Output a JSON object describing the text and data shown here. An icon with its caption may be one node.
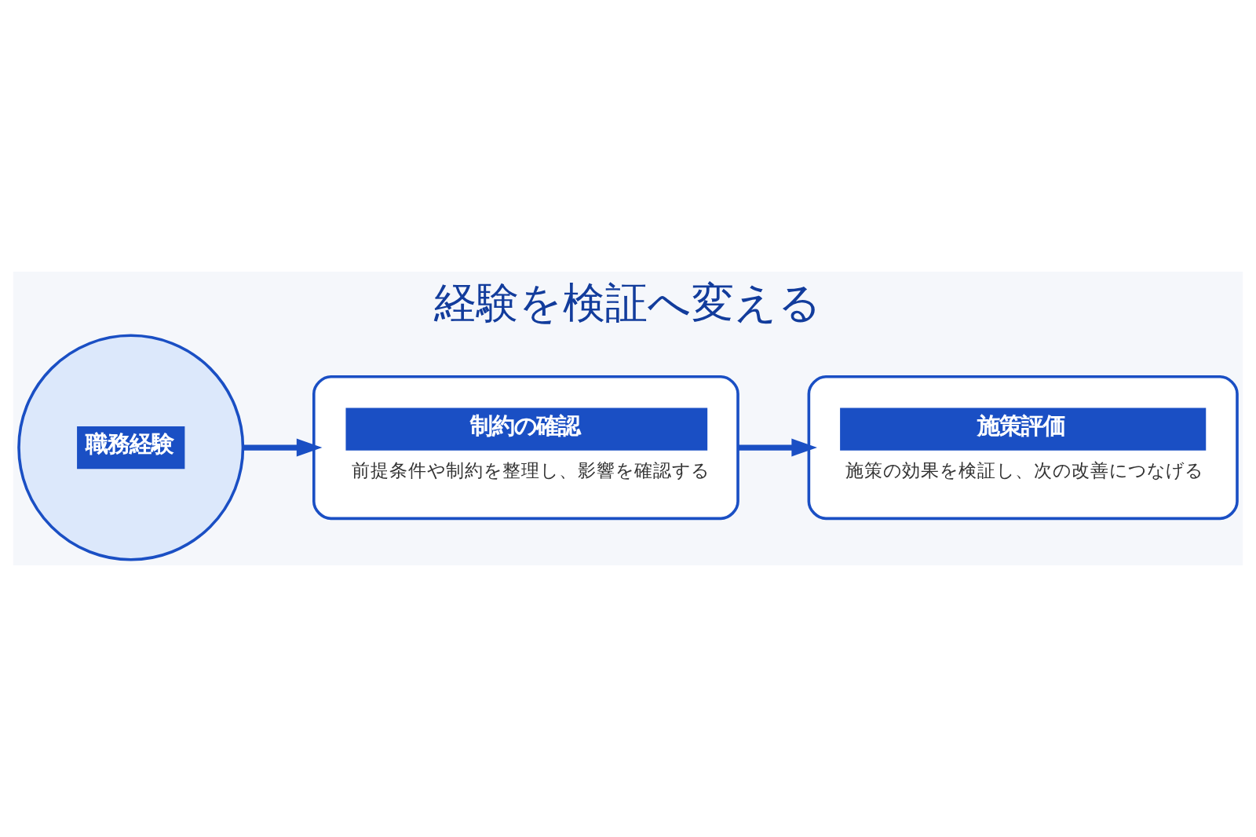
{
  "diagram": {
    "title": "経験を検証へ変える",
    "nodes": [
      {
        "text": [
          "職務経験"
        ]
      },
      {
        "text": [
          "制約の確認",
          "前提条件や制約を整理し、影響を確認する"
        ]
      },
      {
        "text": [
          "施策評価",
          "施策の効果を検証し、次の改善につなげる"
        ]
      }
    ],
    "edges": [
      {
        "from": 0,
        "to": 1,
        "arrow": "to"
      },
      {
        "from": 1,
        "to": 2,
        "arrow": "to"
      }
    ]
  }
}
